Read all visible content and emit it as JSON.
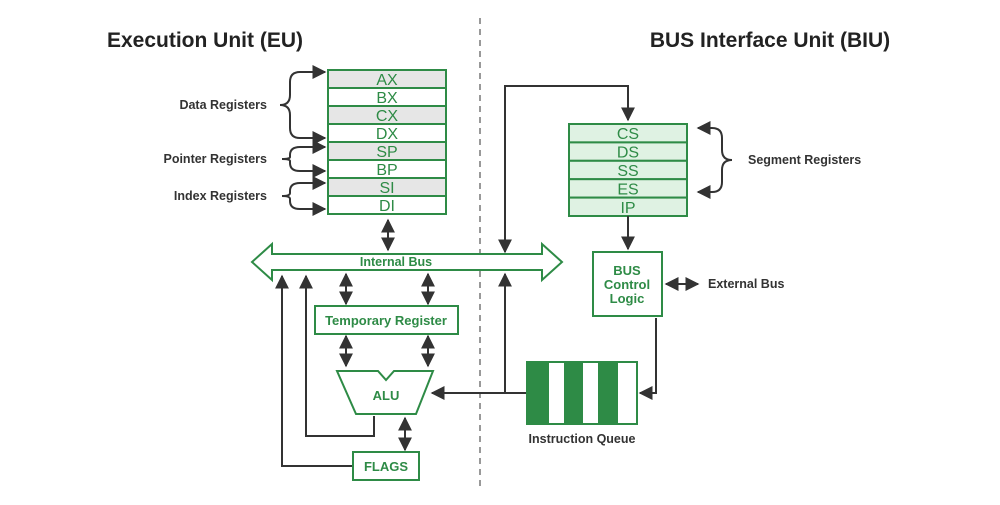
{
  "titles": {
    "eu": "Execution Unit (EU)",
    "biu": "BUS Interface Unit (BIU)"
  },
  "eu_registers": [
    "AX",
    "BX",
    "CX",
    "DX",
    "SP",
    "BP",
    "SI",
    "DI"
  ],
  "biu_registers": [
    "CS",
    "DS",
    "SS",
    "ES",
    "IP"
  ],
  "groups": {
    "data": "Data Registers",
    "pointer": "Pointer Registers",
    "index": "Index Registers",
    "segment": "Segment Registers"
  },
  "labels": {
    "internal_bus": "Internal Bus",
    "temporary_register": "Temporary Register",
    "alu": "ALU",
    "flags": "FLAGS",
    "bus_control_1": "BUS",
    "bus_control_2": "Control",
    "bus_control_3": "Logic",
    "external_bus": "External Bus",
    "instruction_queue": "Instruction Queue"
  },
  "colors": {
    "green": "#2e8b46",
    "light_green": "#dff2e3",
    "gray_fill": "#e6e6e6",
    "line": "#333333",
    "divider": "#999999"
  }
}
